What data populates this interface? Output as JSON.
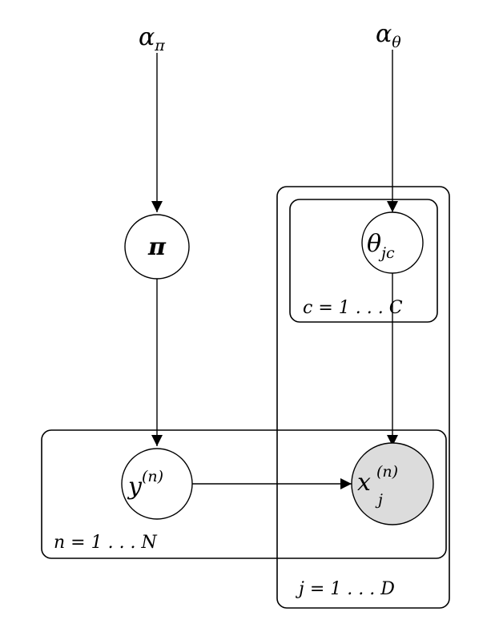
{
  "hyperparameters": {
    "alpha_pi": {
      "symbol": "α",
      "subscript": "π"
    },
    "alpha_theta": {
      "symbol": "α",
      "subscript": "θ"
    }
  },
  "nodes": {
    "pi": {
      "symbol": "π",
      "observed": false
    },
    "theta": {
      "symbol": "θ",
      "subscript": "jc",
      "observed": false
    },
    "y": {
      "symbol": "y",
      "superscript": "(n)",
      "observed": false
    },
    "x": {
      "symbol": "x",
      "subscript": "j",
      "superscript": "(n)",
      "observed": true
    }
  },
  "plates": {
    "c": {
      "label": "c = 1 . . . C"
    },
    "n": {
      "label": "n = 1 . . . N"
    },
    "j": {
      "label": "j = 1 . . . D"
    }
  },
  "colors": {
    "observed_fill": "#dcdcdc",
    "stroke": "#000000"
  }
}
